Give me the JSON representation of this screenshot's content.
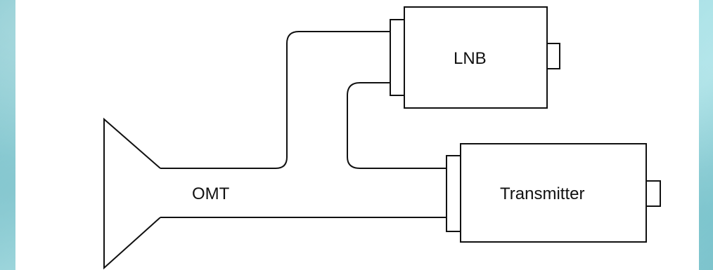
{
  "diagram": {
    "labels": {
      "lnb": "LNB",
      "omt": "OMT",
      "transmitter": "Transmitter"
    }
  }
}
